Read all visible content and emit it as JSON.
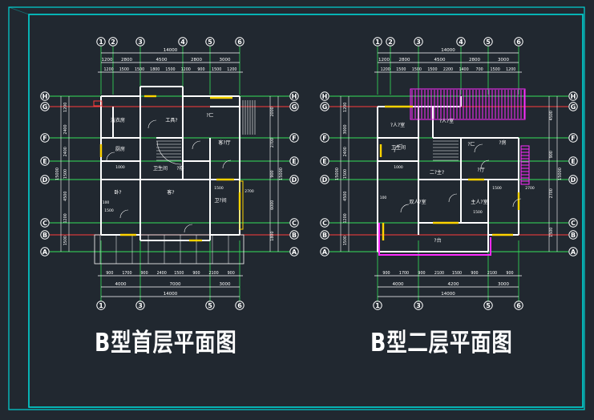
{
  "colors": {
    "background": "#212830",
    "frame": "#00d6d6",
    "wall": "#ffffff",
    "grid_axis": "#35e05a",
    "grid_axis_accent": "#ff3b3b",
    "dimension": "#ffffff",
    "window": "#ffd400",
    "magenta": "#ff2bff"
  },
  "titles": {
    "first_floor": "B型首层平面图",
    "second_floor": "B型二层平面图"
  },
  "plans": [
    {
      "id": "first-floor",
      "top_axes": [
        "1",
        "2",
        "3",
        "4",
        "5",
        "6"
      ],
      "bottom_axes": [
        "1",
        "3",
        "5",
        "6"
      ],
      "side_axes": [
        "H",
        "G",
        "F",
        "E",
        "D",
        "C",
        "B",
        "A"
      ],
      "top_total": "14000",
      "top_dims": [
        "1200",
        "2800",
        "4500",
        "2800",
        "3000"
      ],
      "top_subdims": [
        "1200",
        "1500",
        "1500",
        "1800",
        "1500",
        "1200",
        "900",
        "1500",
        "1200"
      ],
      "bottom_total": "14000",
      "bottom_dims": [
        "4000",
        "7000",
        "3000"
      ],
      "bottom_subdims": [
        "900",
        "1700",
        "900",
        "2400",
        "1500",
        "900",
        "2100",
        "900"
      ],
      "left_dims": [
        "1200",
        "2400",
        "2400",
        "1500",
        "4500",
        "1200",
        "1500"
      ],
      "left_total": "15000",
      "right_dims": [
        "2000",
        "2700",
        "900",
        "6000",
        "1800"
      ],
      "right_total": "15000",
      "rooms": [
        "洗衣房",
        "工具?",
        "?ㄈ",
        "厨房",
        "卫生间",
        "客?",
        "卧?",
        "客?厅",
        "?楼",
        "卫?间"
      ],
      "misc": [
        "100",
        "1000",
        "1500",
        "1500",
        "2700"
      ]
    },
    {
      "id": "second-floor",
      "top_axes": [
        "1",
        "2",
        "3",
        "4",
        "5",
        "6"
      ],
      "bottom_axes": [
        "1",
        "3",
        "5",
        "6"
      ],
      "side_axes": [
        "H",
        "G",
        "F",
        "E",
        "D",
        "C",
        "B",
        "A"
      ],
      "top_total": "14000",
      "top_dims": [
        "1200",
        "2800",
        "4500",
        "2800",
        "3000"
      ],
      "top_subdims": [
        "1200",
        "1500",
        "1500",
        "1500",
        "2200",
        "1400",
        "700",
        "1500",
        "1200"
      ],
      "bottom_total": "14000",
      "bottom_dims": [
        "4000",
        "4200",
        "3000"
      ],
      "bottom_subdims": [
        "900",
        "1700",
        "900",
        "2100",
        "1500",
        "900",
        "2100",
        "900"
      ],
      "left_dims": [
        "1200",
        "3000",
        "2400",
        "1500",
        "4500",
        "1200",
        "1500"
      ],
      "left_total": "15000",
      "right_dims": [
        "4500",
        "900",
        "2700",
        "1500"
      ],
      "right_total": "15000",
      "rooms": [
        "?人?室",
        "?人?室",
        "?ㄈ",
        "二?主?",
        "双人?室",
        "主人?室",
        "?台",
        "卫生间",
        "?厅",
        "?房"
      ],
      "misc": [
        "100",
        "1000",
        "1500",
        "1500",
        "2700"
      ]
    }
  ]
}
